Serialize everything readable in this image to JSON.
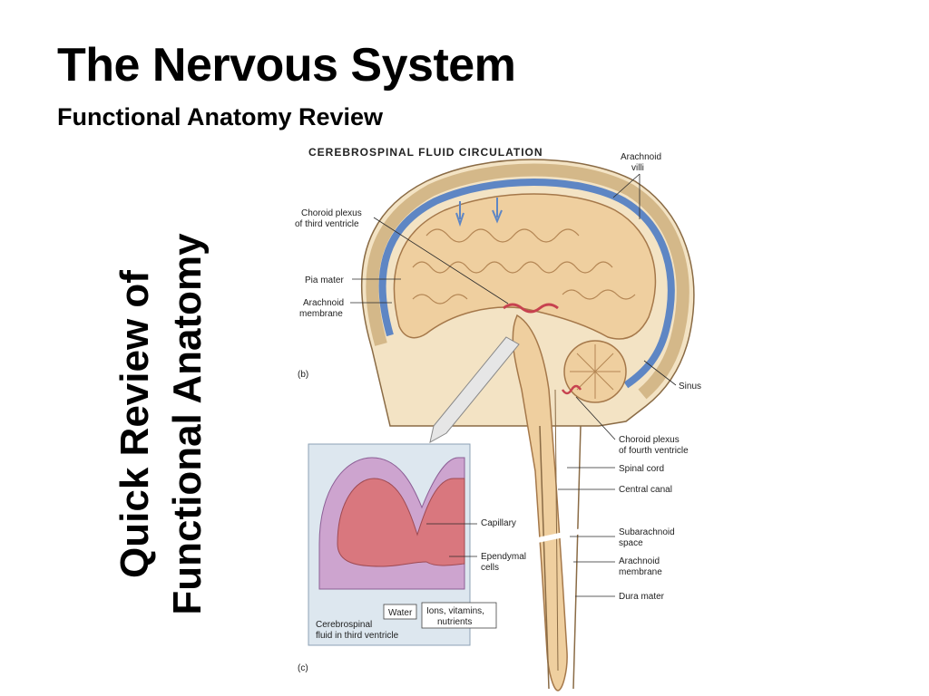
{
  "slide": {
    "title": "The Nervous System",
    "subtitle": "Functional Anatomy Review",
    "side_text": [
      "Quick Review of",
      "Functional Anatomy"
    ]
  },
  "figure": {
    "heading": "CEREBROSPINAL FLUID CIRCULATION",
    "panel_b": "(b)",
    "panel_c": "(c)",
    "labels": {
      "arachnoid_villi": [
        "Arachnoid",
        "villi"
      ],
      "choroid_third": [
        "Choroid plexus",
        "of third ventricle"
      ],
      "pia_mater": "Pia mater",
      "arachnoid_membrane_b": [
        "Arachnoid",
        "membrane"
      ],
      "sinus": "Sinus",
      "choroid_fourth": [
        "Choroid plexus",
        "of fourth ventricle"
      ],
      "spinal_cord": "Spinal cord",
      "central_canal": "Central canal",
      "subarachnoid_space": [
        "Subarachnoid",
        "space"
      ],
      "arachnoid_membrane_cord": [
        "Arachnoid",
        "membrane"
      ],
      "dura_mater": "Dura mater",
      "capillary": "Capillary",
      "ependymal_cells": [
        "Ependymal",
        "cells"
      ],
      "water": "Water",
      "ions": [
        "Ions, vitamins,",
        "nutrients"
      ],
      "csf_third": [
        "Cerebrospinal",
        "fluid in third ventricle"
      ]
    },
    "colors": {
      "brain": "#efcf9f",
      "skull": "#e3cda1",
      "csf_blue": "#5e86c4",
      "ependymal": "#cda4cf",
      "capillary": "#d9777e"
    }
  }
}
